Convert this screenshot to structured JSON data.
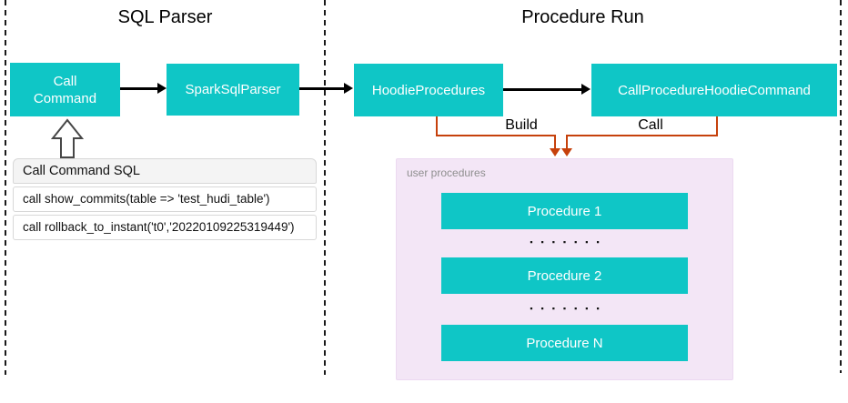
{
  "colors": {
    "node_teal": "#0fc6c6",
    "connector_orange": "#c6410c",
    "arrow_black": "#000000",
    "user_procedures_bg": "#f3e6f6",
    "table_header_bg": "#f4f4f4",
    "table_border": "#d8d8d8",
    "muted_label_gray": "#8f8f8f"
  },
  "sections": {
    "sql_parser": {
      "title": "SQL Parser",
      "nodes": {
        "call_command": "Call Command",
        "spark_sql_parser": "SparkSqlParser"
      },
      "sql_table": {
        "header": "Call Command SQL",
        "rows": [
          "call show_commits(table => 'test_hudi_table')",
          "call rollback_to_instant('t0','20220109225319449')"
        ]
      }
    },
    "procedure_run": {
      "title": "Procedure Run",
      "nodes": {
        "hoodie_procedures": "HoodieProcedures",
        "call_procedure_hoodie_command": "CallProcedureHoodieCommand"
      },
      "edge_labels": {
        "build": "Build",
        "call": "Call"
      },
      "user_procedures": {
        "label": "user procedures",
        "items": [
          "Procedure 1",
          "Procedure 2",
          "Procedure N"
        ],
        "ellipsis": "▪▪▪▪▪▪▪"
      }
    }
  }
}
